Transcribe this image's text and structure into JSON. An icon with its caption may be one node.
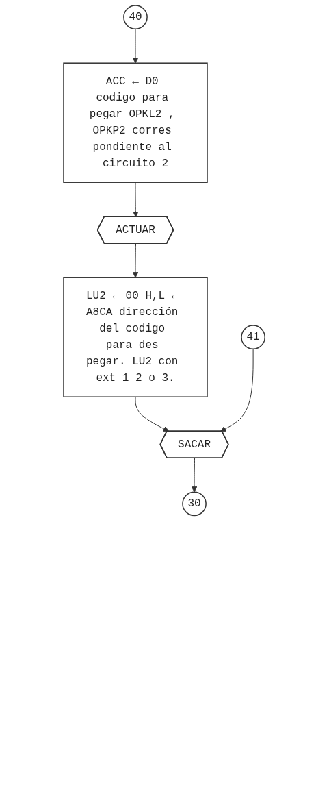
{
  "diagram": {
    "nodes": [
      {
        "text": [
          "40"
        ]
      },
      {
        "text": [
          "ACC ← D0 codigo para pegar OPKL2 , OPKP2 corres pondiente al circuito 2"
        ]
      },
      {
        "text": [
          "ACTUAR"
        ]
      },
      {
        "text": [
          "LU2 ← 00 H,L ← A8CA dirección del codigo para des pegar. LU2 con ext 1 2 o 3."
        ]
      },
      {
        "text": [
          "41"
        ]
      },
      {
        "text": [
          "SACAR"
        ]
      },
      {
        "text": [
          "30"
        ]
      }
    ],
    "edges": [
      {
        "from": 0,
        "to": 1,
        "arrow": "to"
      },
      {
        "from": 1,
        "to": 2,
        "arrow": "to"
      },
      {
        "from": 2,
        "to": 3,
        "arrow": "to"
      },
      {
        "from": 3,
        "to": 5,
        "arrow": "to"
      },
      {
        "from": 4,
        "to": 5,
        "arrow": "to"
      },
      {
        "from": 5,
        "to": 6,
        "arrow": "to"
      }
    ]
  }
}
